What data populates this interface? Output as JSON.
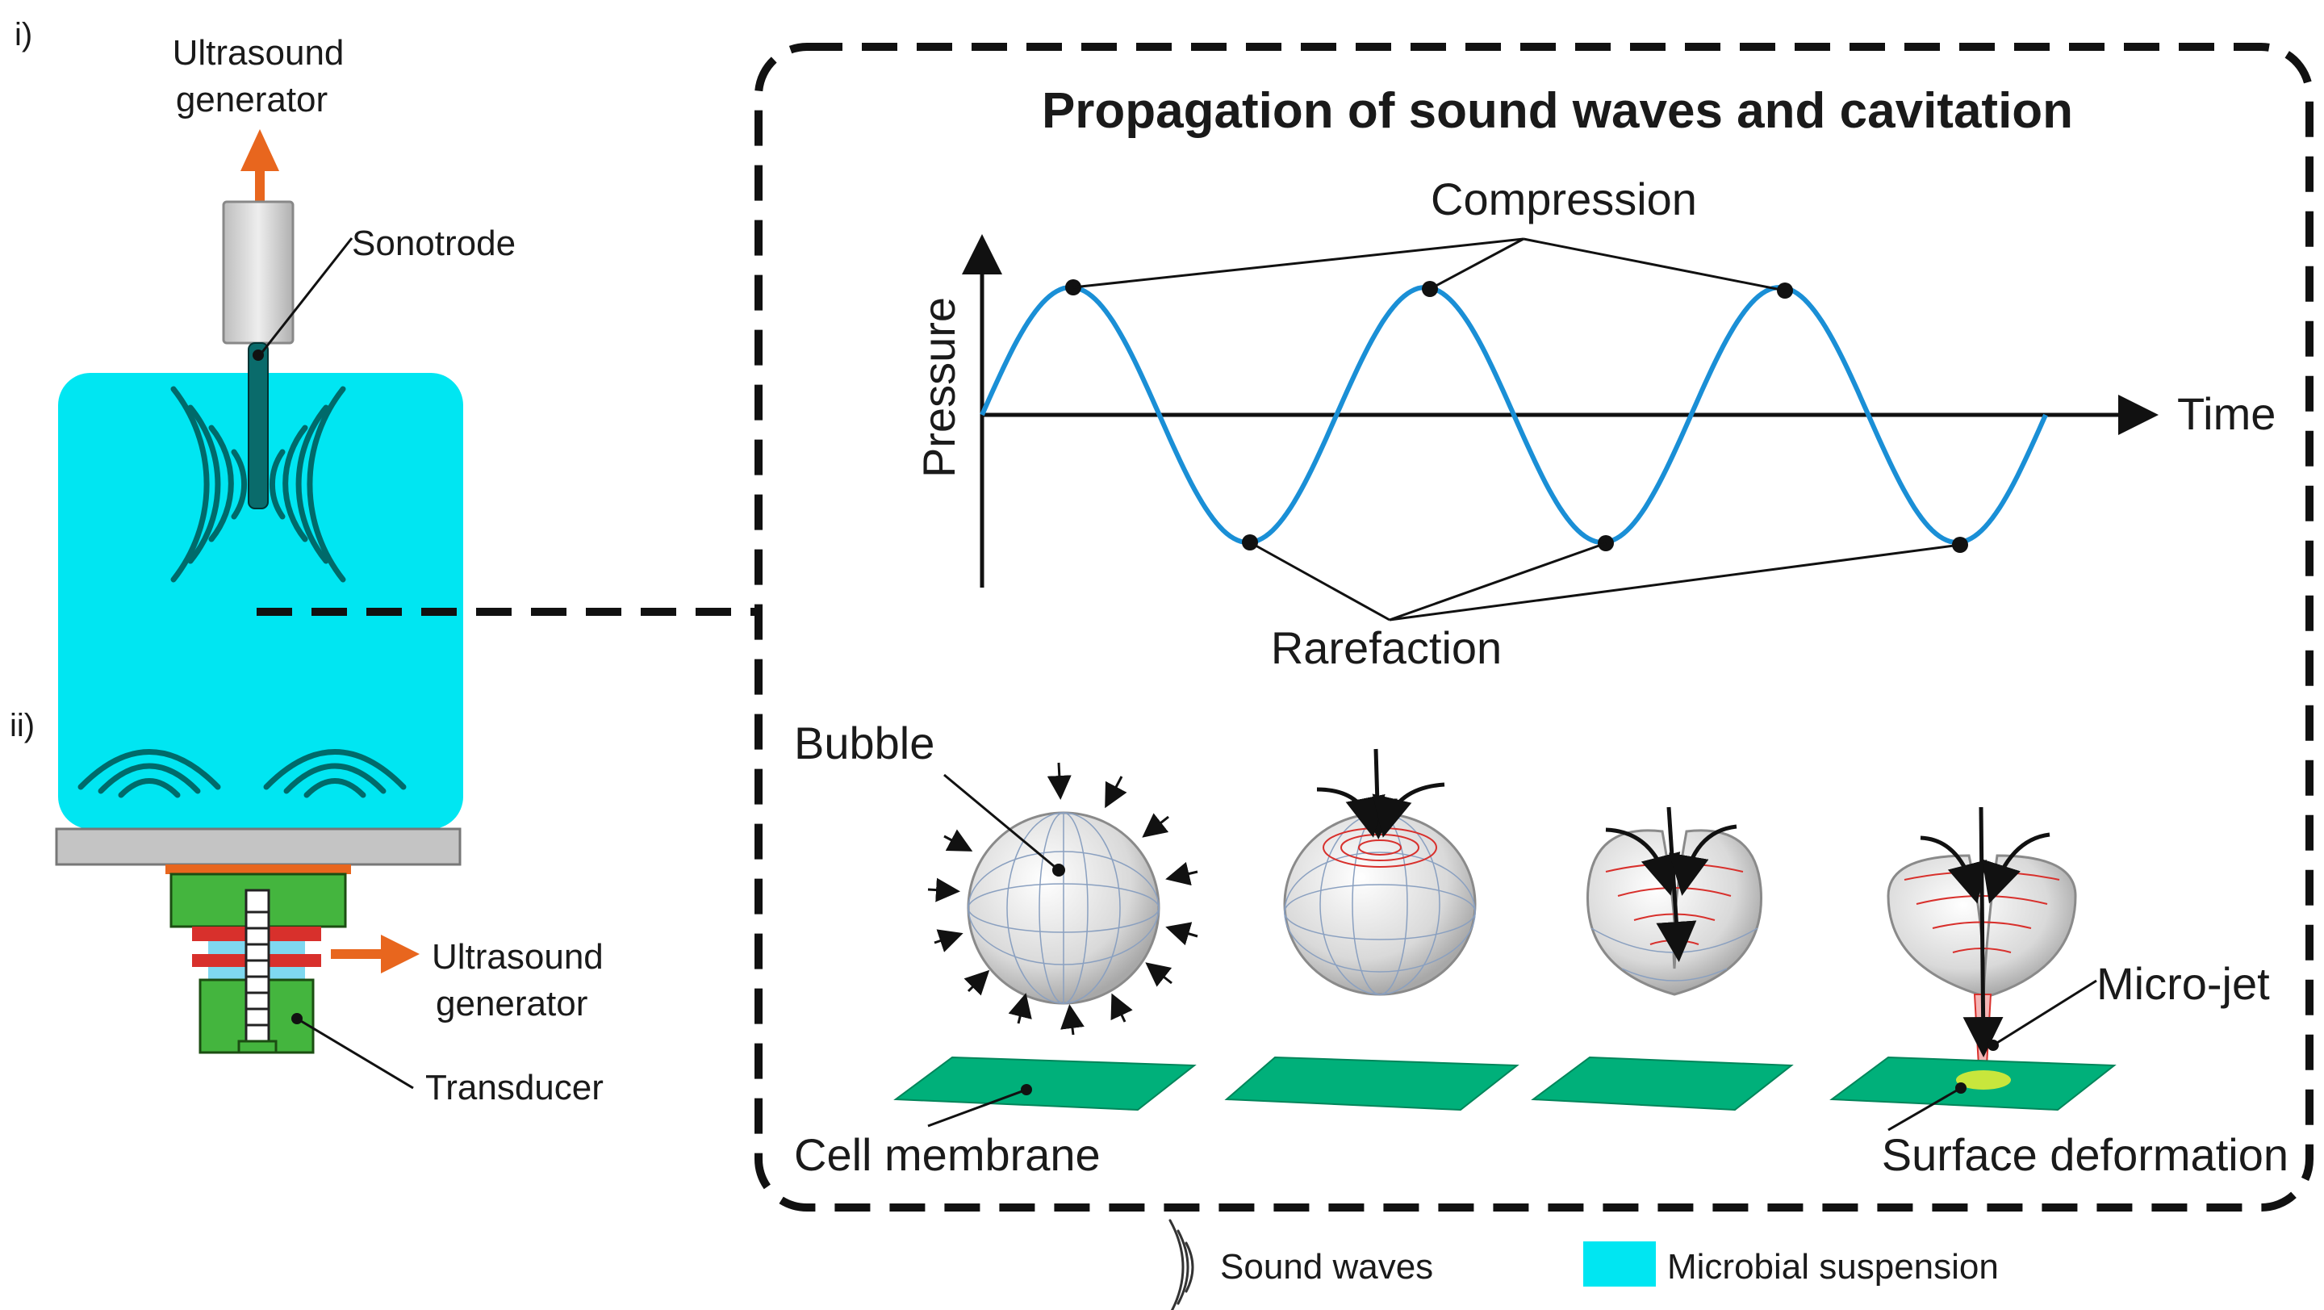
{
  "panel_markers": {
    "first": "i)",
    "second": "ii)"
  },
  "left_diagram": {
    "top_generator": [
      "Ultrasound",
      "generator"
    ],
    "sonotrode": "Sonotrode",
    "bottom_generator": [
      "Ultrasound",
      "generator"
    ],
    "transducer": "Transducer"
  },
  "inset": {
    "title": "Propagation of sound waves and cavitation",
    "compression": "Compression",
    "rarefaction": "Rarefaction",
    "pressure_axis": "Pressure",
    "time_axis": "Time",
    "bubble": "Bubble",
    "micro_jet": "Micro-jet",
    "cell_membrane": "Cell membrane",
    "surface_deformation": "Surface deformation"
  },
  "legend": {
    "sound_waves": "Sound waves",
    "microbial_suspension": "Microbial suspension"
  },
  "colors": {
    "suspension": "#00e6f2",
    "wave_line": "#1a8fd6",
    "arrow_orange": "#e8661e",
    "transducer_green": "#44b53e",
    "membrane_green": "#00b07a",
    "plate_gray": "#c4c4c4",
    "sound_wave_dark": "#006a6a",
    "bubble_core_red": "#d8302c"
  }
}
